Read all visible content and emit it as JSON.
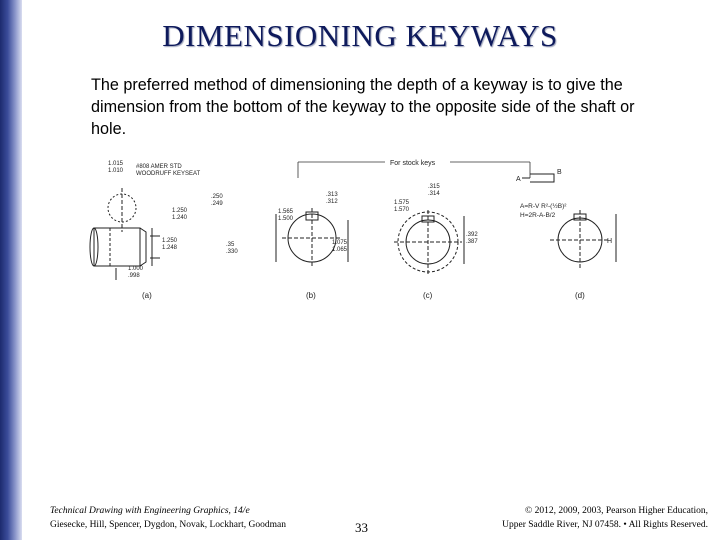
{
  "slide": {
    "title": "DIMENSIONING KEYWAYS",
    "body": "The preferred method of dimensioning the depth of a keyway is to give the dimension from the bottom of the keyway to the opposite side of the shaft or hole."
  },
  "figure": {
    "stock_keys_label": "For stock keys",
    "a": {
      "caption": "(a)",
      "dia_top": "1.015",
      "dia_bot": "1.010",
      "woodruff_1": "#808 AMER STD",
      "woodruff_2": "WOODRUFF KEYSEAT",
      "w_top": ".250",
      "w_bot": ".249",
      "h1_top": "1.250",
      "h1_bot": "1.248",
      "h2_top": ".35",
      "h2_bot": ".330",
      "len_top": "1.000",
      "len_bot": ".998",
      "d_top": "1.250",
      "d_bot": "1.240"
    },
    "b": {
      "caption": "(b)",
      "w_top": ".313",
      "w_bot": ".312",
      "dia_top": "1.565",
      "dia_bot": "1.500",
      "d_top": "1.075",
      "d_bot": "1.065"
    },
    "c": {
      "caption": "(c)",
      "w_top": ".315",
      "w_bot": ".314",
      "dia_top": "1.575",
      "dia_bot": "1.570",
      "d_top": ".392",
      "d_bot": ".387"
    },
    "d": {
      "caption": "(d)",
      "lbl_b": "B",
      "lbl_a": "A",
      "lbl_h": "H",
      "eq1": "A=R-V R²-(½B)²",
      "eq2": "H=2R-A-B/2"
    }
  },
  "footer": {
    "book": "Technical Drawing with Engineering Graphics, 14/e",
    "authors": "Giesecke, Hill, Spencer, Dygdon, Novak, Lockhart, Goodman",
    "page": "33",
    "copyright_1": "© 2012, 2009, 2003, Pearson Higher Education,",
    "copyright_2": "Upper Saddle River, NJ 07458. • All Rights Reserved."
  }
}
